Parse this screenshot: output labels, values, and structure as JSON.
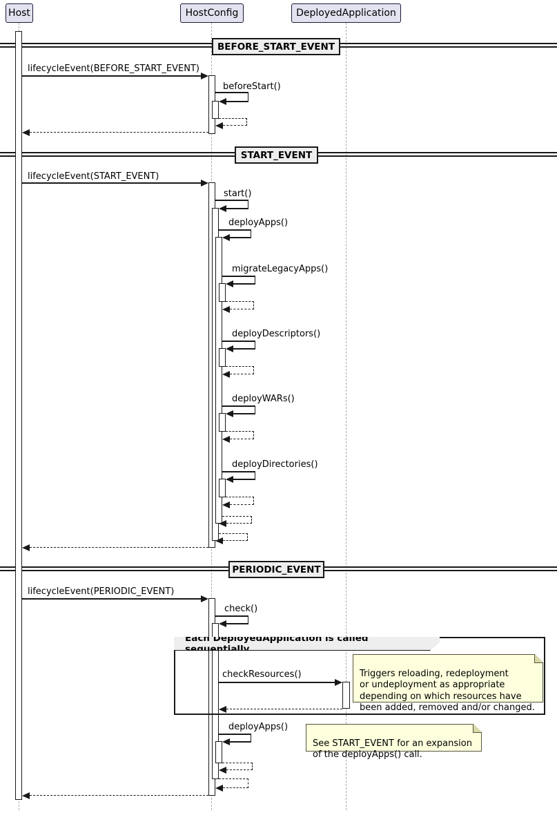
{
  "diagram": {
    "participants": {
      "host": "Host",
      "host_config": "HostConfig",
      "deployed_application": "DeployedApplication"
    },
    "dividers": {
      "before_start": "BEFORE_START_EVENT",
      "start": "START_EVENT",
      "periodic": "PERIODIC_EVENT"
    },
    "messages": {
      "lifecycle_before_start": "lifecycleEvent(BEFORE_START_EVENT)",
      "before_start": "beforeStart()",
      "lifecycle_start": "lifecycleEvent(START_EVENT)",
      "start": "start()",
      "deploy_apps": "deployApps()",
      "migrate_legacy_apps": "migrateLegacyApps()",
      "deploy_descriptors": "deployDescriptors()",
      "deploy_wars": "deployWARs()",
      "deploy_directories": "deployDirectories()",
      "lifecycle_periodic": "lifecycleEvent(PERIODIC_EVENT)",
      "check": "check()",
      "check_resources": "checkResources()",
      "deploy_apps_periodic": "deployApps()"
    },
    "group": {
      "label": "Each DeployedApplication is called sequentially"
    },
    "notes": {
      "check_resources": "Triggers reloading, redeployment\nor undeployment as appropriate\ndepending on which resources have\nbeen added, removed and/or changed.",
      "deploy_apps": "See START_EVENT for an expansion\nof the deployApps() call."
    },
    "colors": {
      "participant_fill": "#E2E2F0",
      "participant_border": "#181838",
      "divider_fill": "#EEEEEE",
      "note_fill": "#FEFFDD",
      "line": "#181818",
      "lifeline": "#A8A8A8"
    }
  }
}
